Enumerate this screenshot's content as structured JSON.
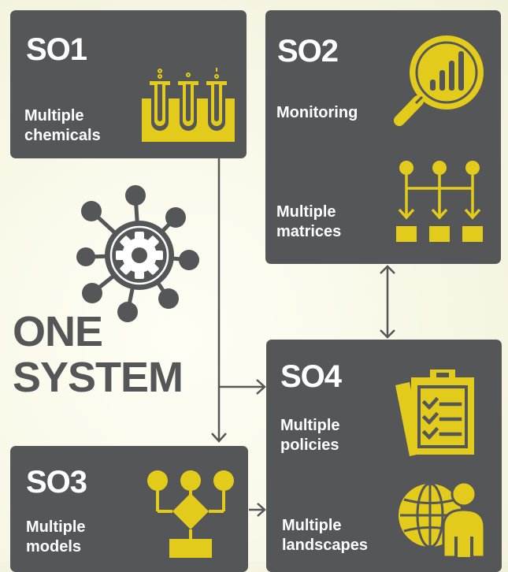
{
  "boxes": {
    "so1": {
      "title": "SO1",
      "text": "Multiple\nchemicals"
    },
    "so2": {
      "title": "SO2",
      "text_monitoring": "Monitoring",
      "text_matrices": "Multiple\nmatrices"
    },
    "so3": {
      "title": "SO3",
      "text": "Multiple\nmodels"
    },
    "so4": {
      "title": "SO4",
      "text_policies": "Multiple\npolicies",
      "text_landscapes": "Multiple\nlandscapes"
    }
  },
  "center": {
    "label": "ONE\nSYSTEM"
  },
  "colors": {
    "box": "#555658",
    "accent": "#e3cb1b",
    "text": "#ffffff",
    "connector": "#555658"
  },
  "icons": {
    "so1": "test-tubes-icon",
    "so2_a": "magnifier-chart-icon",
    "so2_b": "hierarchy-arrows-icon",
    "so3": "flowchart-icon",
    "so4_a": "checklist-icon",
    "so4_b": "globe-person-icon",
    "center": "network-gear-icon"
  }
}
